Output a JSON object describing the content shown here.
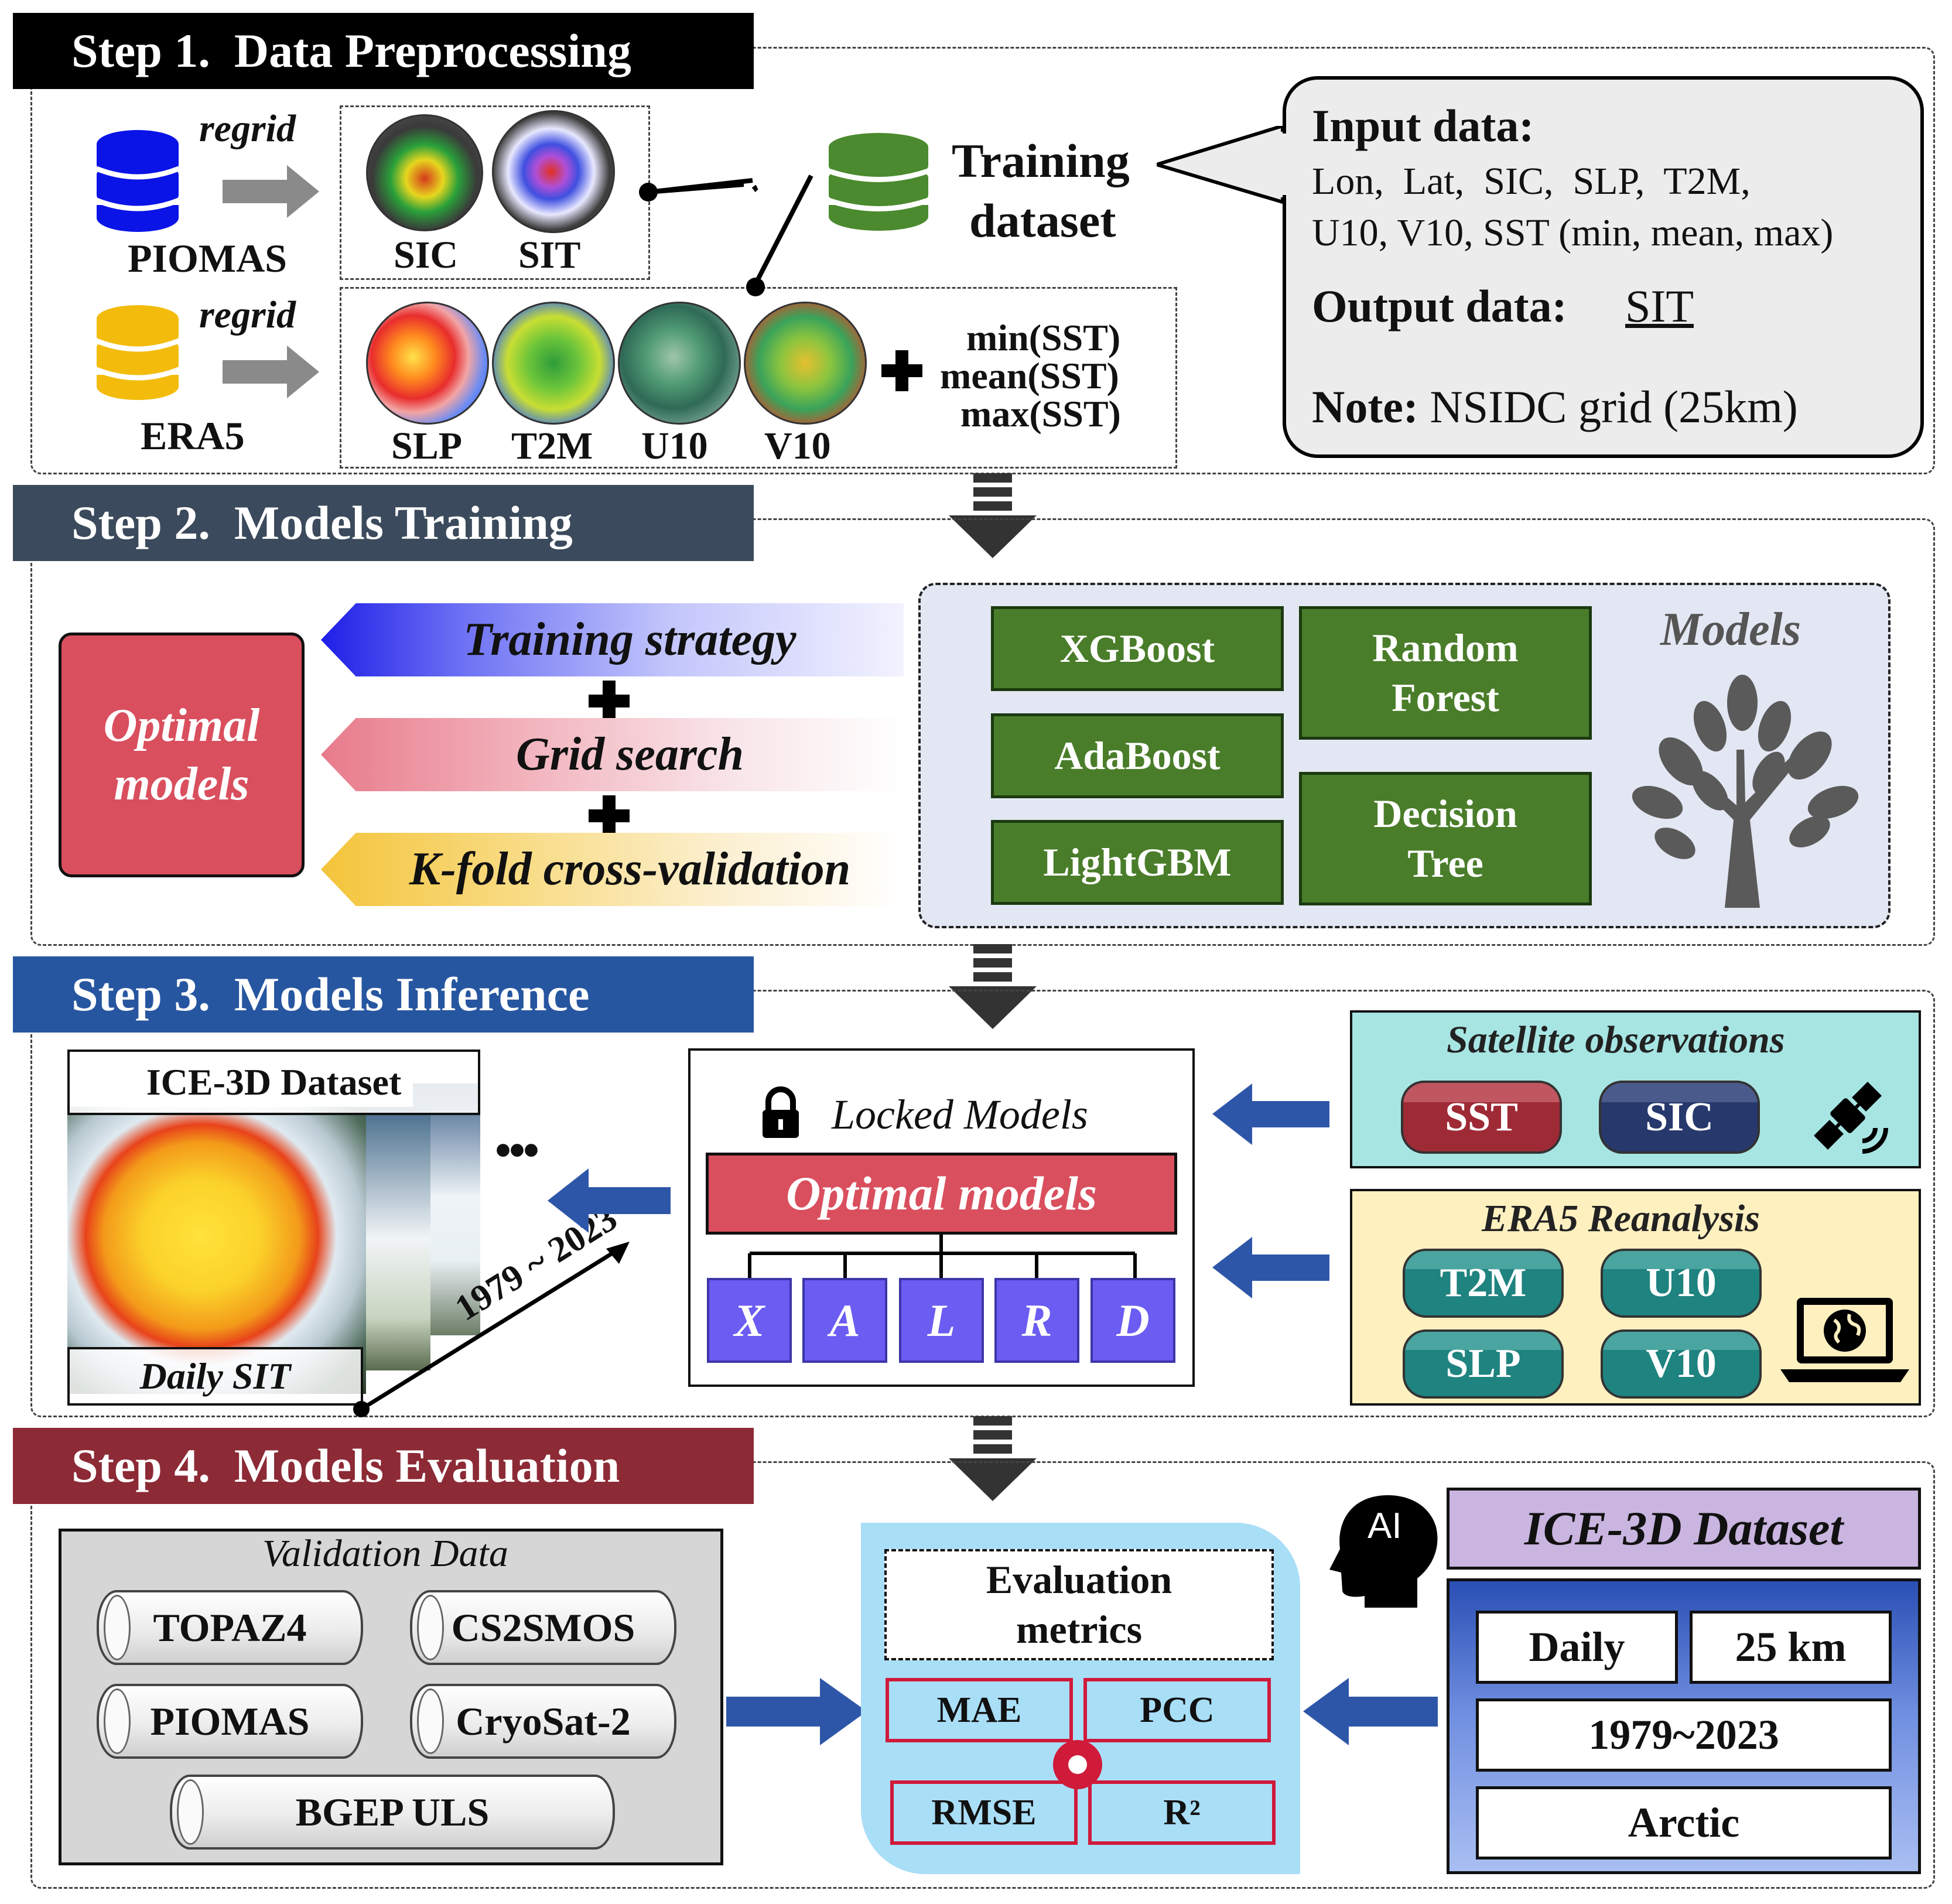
{
  "step1": {
    "title": "Step 1.  Data Preprocessing",
    "piomas_label": "PIOMAS",
    "era5_label": "ERA5",
    "regrid_label": "regrid",
    "maps_top": [
      "SIC",
      "SIT"
    ],
    "maps_bottom": [
      "SLP",
      "T2M",
      "U10",
      "V10"
    ],
    "sst_stats": [
      "min(SST)",
      "mean(SST)",
      "max(SST)"
    ],
    "training_dataset": [
      "Training",
      "dataset"
    ],
    "callout": {
      "input_label": "Input data:",
      "input_line1": "Lon,  Lat,  SIC,  SLP,  T2M,",
      "input_line2": "U10, V10, SST (min, mean, max)",
      "output_label": "Output data:",
      "output_value": "SIT",
      "note_label": "Note:",
      "note_value": " NSIDC grid (25km)"
    }
  },
  "step2": {
    "title": "Step 2.  Models Training",
    "optimal_models": [
      "Optimal",
      "models"
    ],
    "strategies": [
      "Training strategy",
      "Grid search",
      "K-fold cross-validation"
    ],
    "models_title": "Models",
    "models": [
      "XGBoost",
      "AdaBoost",
      "LightGBM",
      "Random Forest",
      "Decision Tree"
    ]
  },
  "step3": {
    "title": "Step 3.  Models Inference",
    "dataset_label": "ICE-3D Dataset",
    "daily_sit": "Daily SIT",
    "year_range": "1979 ~ 2023",
    "ellipsis": "•••",
    "locked_models": "Locked Models",
    "optimal_models": "Optimal models",
    "letters": [
      "X",
      "A",
      "L",
      "R",
      "D"
    ],
    "satellite_title": "Satellite observations",
    "satellite_items": [
      "SST",
      "SIC"
    ],
    "era5_title": "ERA5 Reanalysis",
    "era5_items": [
      "T2M",
      "U10",
      "SLP",
      "V10"
    ]
  },
  "step4": {
    "title": "Step 4.  Models Evaluation",
    "validation_title": "Validation Data",
    "validation_items": [
      "TOPAZ4",
      "CS2SMOS",
      "PIOMAS",
      "CryoSat-2",
      "BGEP ULS"
    ],
    "eval_title": [
      "Evaluation",
      "metrics"
    ],
    "metrics": [
      "MAE",
      "PCC",
      "RMSE",
      "R²"
    ],
    "ai_label": "AI",
    "ice3d_title": "ICE-3D Dataset",
    "ice3d_items": [
      "Daily",
      "25 km",
      "1979~2023",
      "Arctic"
    ]
  },
  "colors": {
    "step1": "#000000",
    "step2": "#3b4a5c",
    "step3": "#2756a0",
    "step4": "#8c2a35",
    "model_green": "#4a7d2a",
    "optimal_red": "#d94f5e",
    "letter_blue": "#6b5cf2",
    "metric_red": "#d01a3a",
    "panel_cyan": "#a7e5e3",
    "panel_yellow": "#fff0c0",
    "ice_purple": "#c9b5e0"
  }
}
